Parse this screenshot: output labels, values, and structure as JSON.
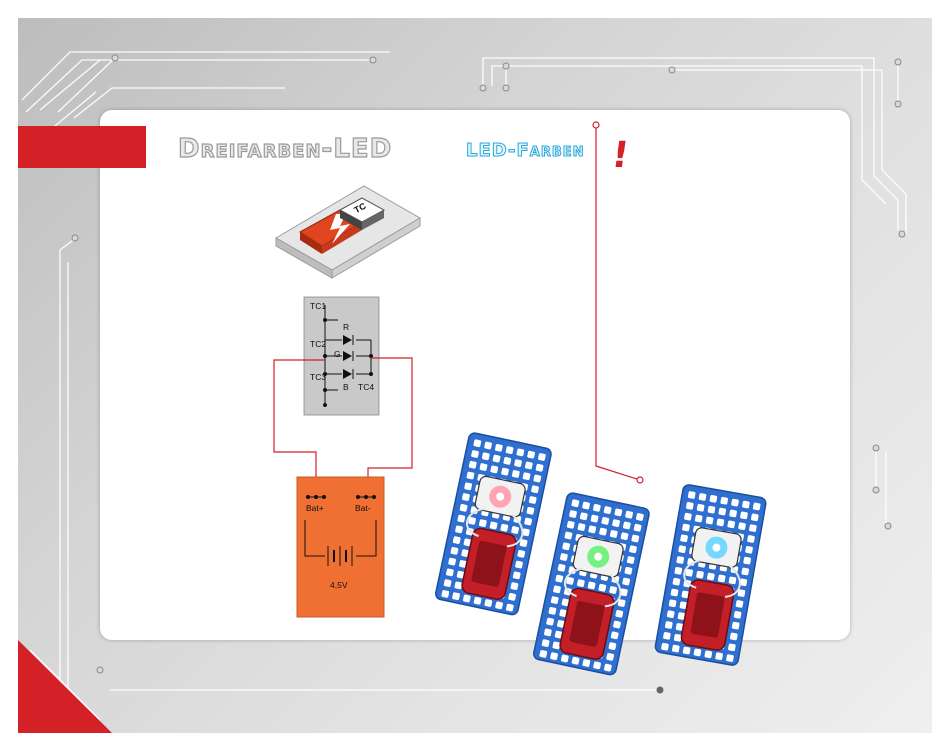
{
  "page": {
    "title": "Dreifarben-LED",
    "subtitle": "LED-Farben",
    "exclamation": "!"
  },
  "component": {
    "badge_text": "TC"
  },
  "schematic": {
    "tc1": "TC1",
    "tc2": "TC2",
    "tc3": "TC3",
    "tc4": "TC4",
    "led_r": "R",
    "led_g": "G",
    "led_b": "B"
  },
  "battery": {
    "plus": "Bat+",
    "minus": "Bat-",
    "voltage": "4,5V"
  },
  "colors": {
    "accent_red": "#d42027",
    "title_gray": "#9a9a9a",
    "subtitle_blue": "#2ba8dc",
    "battery_orange": "#f07033",
    "board_blue": "#2e6fd0",
    "battery_red": "#c41e28"
  },
  "boards": [
    {
      "led_color": "red"
    },
    {
      "led_color": "green"
    },
    {
      "led_color": "blue"
    }
  ]
}
